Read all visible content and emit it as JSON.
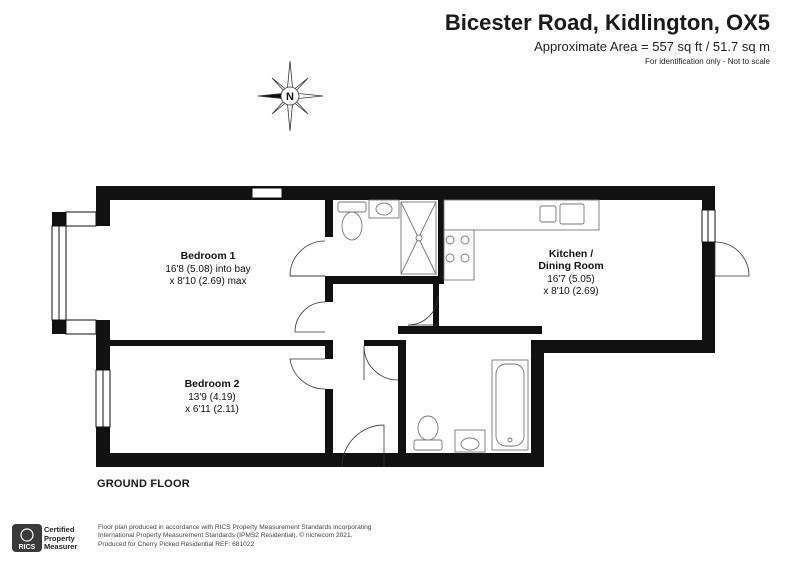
{
  "header": {
    "title": "Bicester Road, Kidlington, OX5",
    "area": "Approximate Area = 557 sq ft / 51.7 sq m",
    "disclaimer": "For identification only - Not to scale"
  },
  "compass": {
    "letter": "N"
  },
  "rooms": {
    "bedroom1": {
      "name": "Bedroom 1",
      "dim1": "16'8 (5.08) into bay",
      "dim2": "x 8'10 (2.69) max"
    },
    "bedroom2": {
      "name": "Bedroom 2",
      "dim1": "13'9 (4.19)",
      "dim2": "x 6'11 (2.11)"
    },
    "kitchen": {
      "name1": "Kitchen /",
      "name2": "Dining Room",
      "dim1": "16'7 (5.05)",
      "dim2": "x 8'10 (2.69)"
    }
  },
  "floor_label": "GROUND FLOOR",
  "rics": {
    "line1": "Certified",
    "line2": "Property",
    "line3": "Measurer",
    "mark": "RICS"
  },
  "footer": {
    "line1": "Floor plan produced in accordance with RICS Property Measurement Standards incorporating",
    "line2": "International Property Measurement Standards (IPMS2 Residential). © nichecom 2021.",
    "line3": "Produced for Cherry Picked Residential    REF: 681022"
  },
  "colors": {
    "wall": "#111111",
    "fixture": "#777777",
    "text": "#1a1a1a"
  }
}
